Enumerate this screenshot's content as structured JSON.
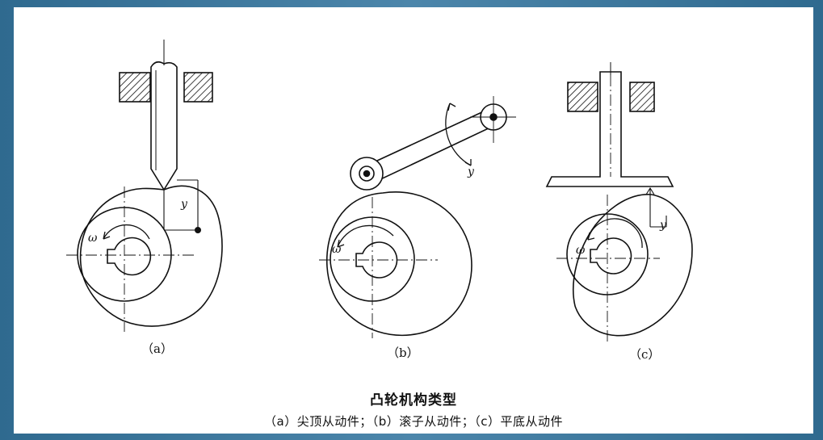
{
  "diagrams": [
    {
      "caption": "（a）",
      "labels": {
        "omega": "ω",
        "y": "y"
      }
    },
    {
      "caption": "（b）",
      "labels": {
        "omega": "ω",
        "y": "y"
      }
    },
    {
      "caption": "（c）",
      "labels": {
        "omega": "ω",
        "y": "y"
      }
    }
  ],
  "title": "凸轮机构类型",
  "subtitle": "（a）尖顶从动件；（b）滚子从动件；（c）平底从动件",
  "colors": {
    "line": "#111111",
    "frame": "#3a6f93",
    "background": "#ffffff"
  }
}
